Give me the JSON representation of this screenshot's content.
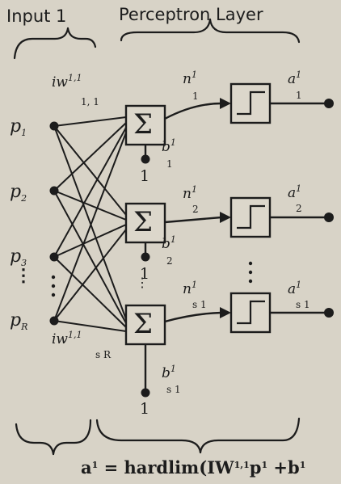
{
  "header": {
    "input_group_label": "Input 1",
    "layer_group_label": "Perceptron Layer"
  },
  "inputs": [
    "p",
    "p",
    "p",
    "p"
  ],
  "input_subscripts": [
    "1",
    "2",
    "3",
    "R"
  ],
  "weight_labels": {
    "top": "iw",
    "top_sup": "1,1",
    "top_sub": "1, 1",
    "bottom": "iw",
    "bottom_sup": "1,1",
    "bottom_sub": "s R"
  },
  "neurons": [
    {
      "sum_symbol": "Σ",
      "n_label": "n",
      "n_sup": "1",
      "n_sub": "1",
      "b_label": "b",
      "b_sup": "1",
      "b_sub": "1",
      "bias_input": "1",
      "a_label": "a",
      "a_sup": "1",
      "a_sub": "1"
    },
    {
      "sum_symbol": "Σ",
      "n_label": "n",
      "n_sup": "1",
      "n_sub": "2",
      "b_label": "b",
      "b_sup": "1",
      "b_sub": "2",
      "bias_input": "1",
      "a_label": "a",
      "a_sup": "1",
      "a_sub": "2"
    },
    {
      "sum_symbol": "Σ",
      "n_label": "n",
      "n_sup": "1",
      "n_sub": "s 1",
      "b_label": "b",
      "b_sup": "1",
      "b_sub": "s 1",
      "bias_input": "1",
      "a_label": "a",
      "a_sup": "1",
      "a_sub": "s 1"
    }
  ],
  "formula": {
    "lhs": "a",
    "lhs_sup": "1",
    "eq": " = ",
    "func": "hardlim(",
    "w": "IW",
    "w_sup": "1,1",
    "p": "p",
    "p_sup": "1",
    "plus": " +b",
    "b_sup": "1"
  },
  "colors": {
    "ink": "#1c1c1c",
    "paper": "#d8d3c7",
    "bleed": "#b9b3a6"
  }
}
